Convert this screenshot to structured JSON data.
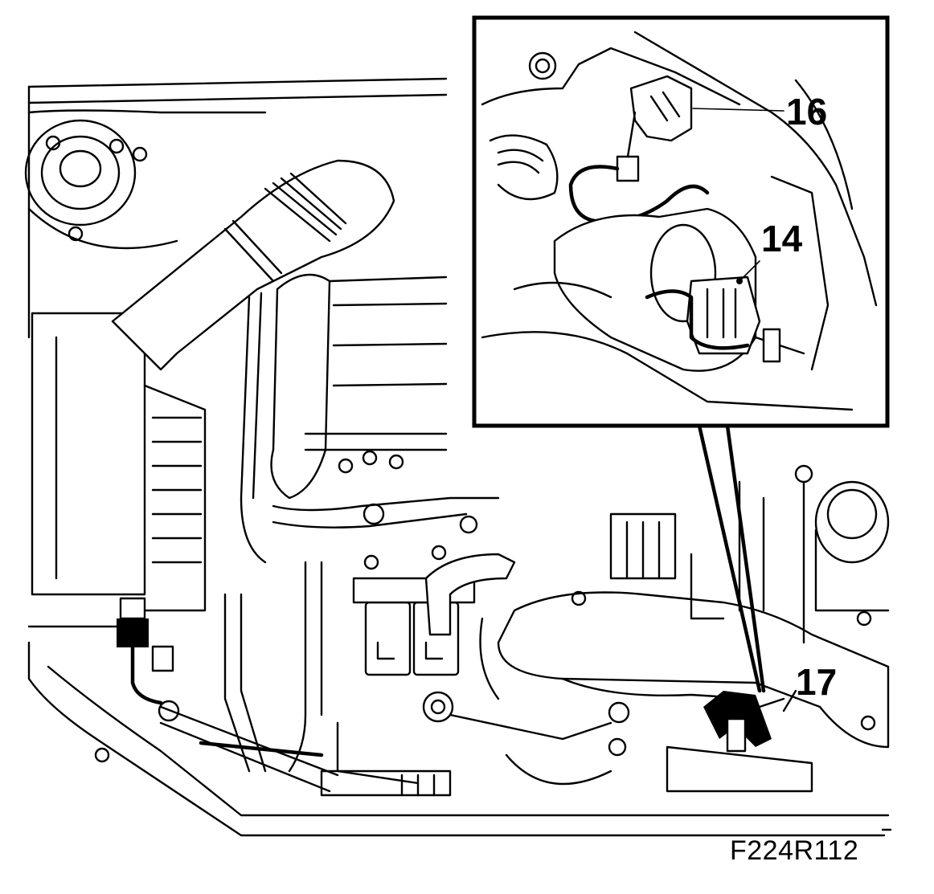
{
  "figure": {
    "code": "F224R112"
  },
  "callouts": {
    "c16": "16",
    "c14": "14",
    "c17": "17"
  }
}
